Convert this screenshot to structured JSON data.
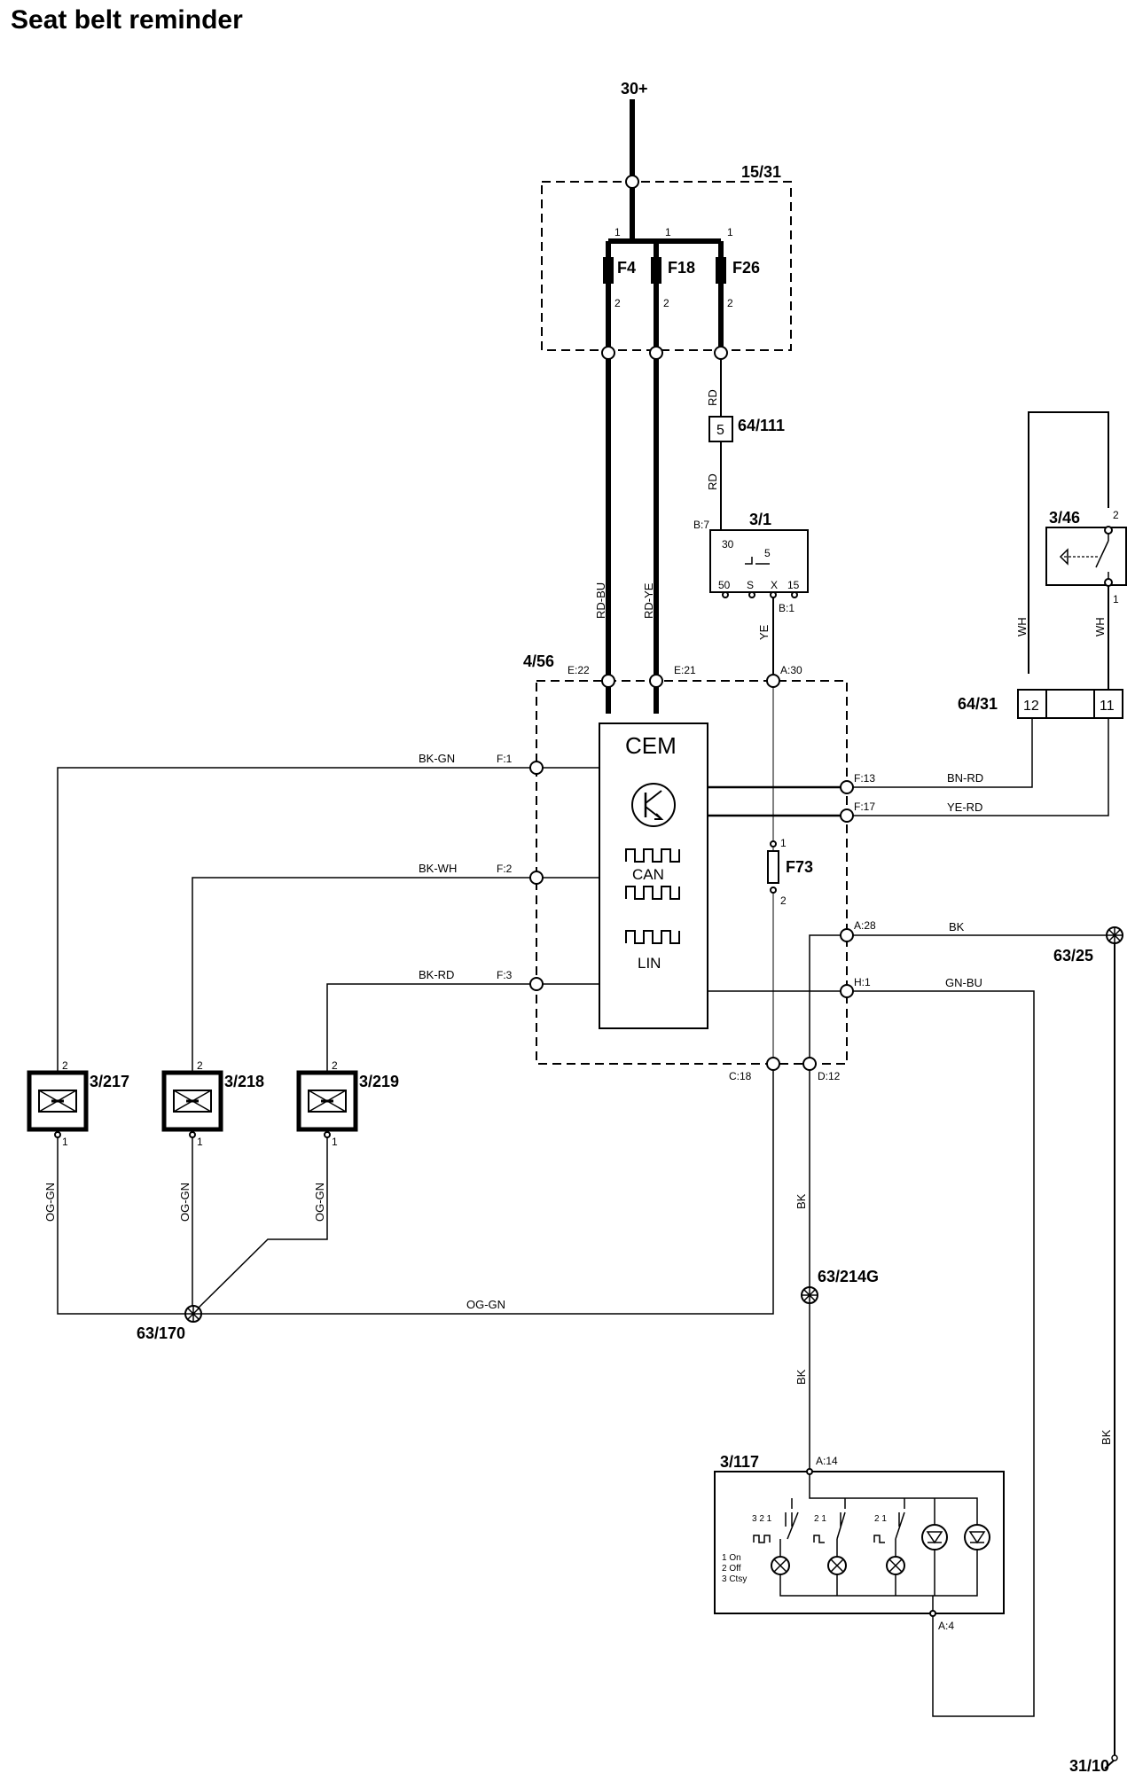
{
  "title": "Seat belt reminder",
  "supply": {
    "label": "30+"
  },
  "fusebox": {
    "id": "15/31",
    "fuses": [
      {
        "label": "F4",
        "pin_in": "1",
        "pin_out": "2"
      },
      {
        "label": "F18",
        "pin_in": "1",
        "pin_out": "2"
      },
      {
        "label": "F26",
        "pin_in": "1",
        "pin_out": "2"
      }
    ]
  },
  "connector_64_111": {
    "id": "64/111",
    "pin": "5"
  },
  "ignition_switch": {
    "id": "3/1",
    "pins": {
      "b7": "B:7",
      "p30": "30",
      "p5": "5",
      "p50": "50",
      "s": "S",
      "x": "X",
      "p15": "15",
      "b1": "B:1"
    }
  },
  "switch_3_46": {
    "id": "3/46",
    "pin_top": "2",
    "pin_bottom": "1"
  },
  "connector_64_31": {
    "id": "64/31",
    "pin_left": "12",
    "pin_right": "11"
  },
  "cem": {
    "id": "4/56",
    "label": "CEM",
    "can_label": "CAN",
    "lin_label": "LIN",
    "pins": {
      "e22": "E:22",
      "e21": "E:21",
      "a30": "A:30",
      "f1": "F:1",
      "f2": "F:2",
      "f3": "F:3",
      "f13": "F:13",
      "f17": "F:17",
      "a28": "A:28",
      "h1": "H:1",
      "c18": "C:18",
      "d12": "D:12"
    }
  },
  "fuse_f73": {
    "label": "F73",
    "pin_top": "1",
    "pin_bottom": "2"
  },
  "sensors": [
    {
      "id": "3/217",
      "pin_top": "2",
      "pin_bottom": "1"
    },
    {
      "id": "3/218",
      "pin_top": "2",
      "pin_bottom": "1"
    },
    {
      "id": "3/219",
      "pin_top": "2",
      "pin_bottom": "1"
    }
  ],
  "grounds": {
    "g63_25": "63/25",
    "g63_170": "63/170",
    "g63_214g": "63/214G",
    "g31_10": "31/10"
  },
  "panel_3_117": {
    "id": "3/117",
    "pin_a14": "A:14",
    "pin_a4": "A:4",
    "legend": [
      "1 On",
      "2 Off",
      "3 Ctsy"
    ],
    "switch_marks": [
      "3 2 1",
      "2 1",
      "2 1"
    ]
  },
  "wire_colors": {
    "rd": "RD",
    "rd_bu": "RD-BU",
    "rd_ye": "RD-YE",
    "ye": "YE",
    "wh": "WH",
    "bk_gn": "BK-GN",
    "bk_wh": "BK-WH",
    "bk_rd": "BK-RD",
    "bn_rd": "BN-RD",
    "ye_rd": "YE-RD",
    "bk": "BK",
    "gn_bu": "GN-BU",
    "og_gn": "OG-GN"
  }
}
